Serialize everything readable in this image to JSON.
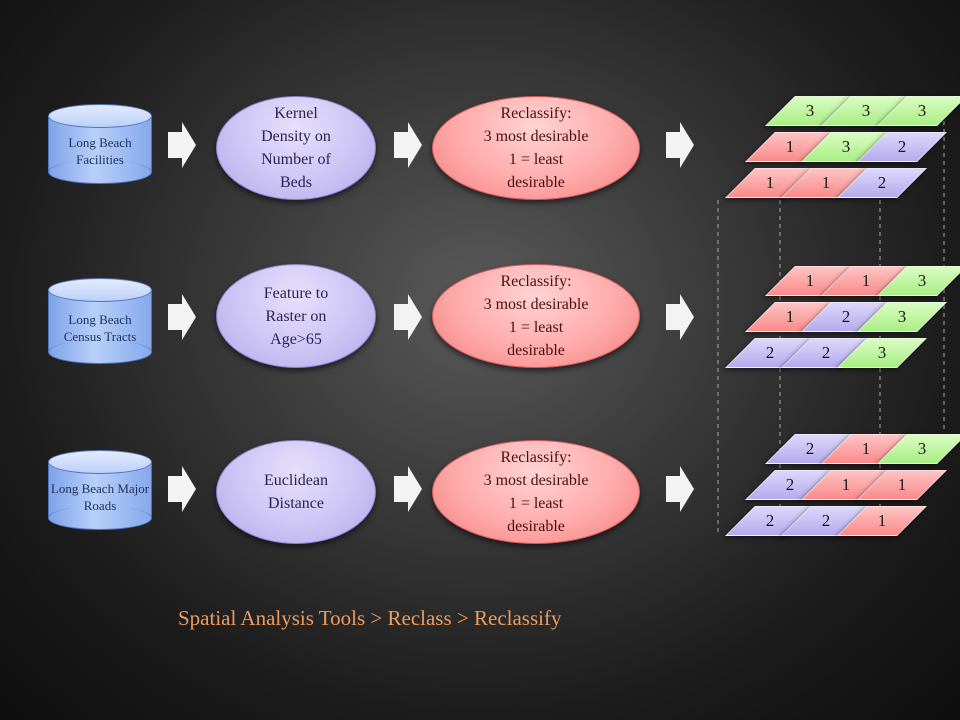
{
  "rows": [
    {
      "input": "Long Beach Facilities",
      "tool": "Kernel Density on Number of Beds",
      "reclass": "Reclassify: 3 most desirable 1 = least desirable",
      "grid": [
        [
          "3",
          "3",
          "3"
        ],
        [
          "1",
          "3",
          "2"
        ],
        [
          "1",
          "1",
          "2"
        ]
      ],
      "colors": [
        [
          "green",
          "green",
          "green"
        ],
        [
          "pink",
          "green",
          "purple"
        ],
        [
          "pink",
          "pink",
          "purple"
        ]
      ]
    },
    {
      "input": "Long Beach Census Tracts",
      "tool": "Feature to Raster on Age>65",
      "reclass": "Reclassify: 3 most desirable 1 = least desirable",
      "grid": [
        [
          "1",
          "1",
          "3"
        ],
        [
          "1",
          "2",
          "3"
        ],
        [
          "2",
          "2",
          "3"
        ]
      ],
      "colors": [
        [
          "pink",
          "pink",
          "green"
        ],
        [
          "pink",
          "purple",
          "green"
        ],
        [
          "purple",
          "purple",
          "green"
        ]
      ]
    },
    {
      "input": "Long Beach Major Roads",
      "tool": "Euclidean Distance",
      "reclass": "Reclassify: 3 most desirable 1 = least desirable",
      "grid": [
        [
          "2",
          "1",
          "3"
        ],
        [
          "2",
          "1",
          "1"
        ],
        [
          "2",
          "2",
          "1"
        ]
      ],
      "colors": [
        [
          "purple",
          "pink",
          "green"
        ],
        [
          "purple",
          "pink",
          "pink"
        ],
        [
          "purple",
          "purple",
          "pink"
        ]
      ]
    }
  ],
  "caption": "Spatial Analysis Tools > Reclass > Reclassify",
  "palette": {
    "green": "#a9ee86",
    "pink": "#f88b8b",
    "purple": "#b5abed",
    "caption": "#ef9b5c"
  }
}
